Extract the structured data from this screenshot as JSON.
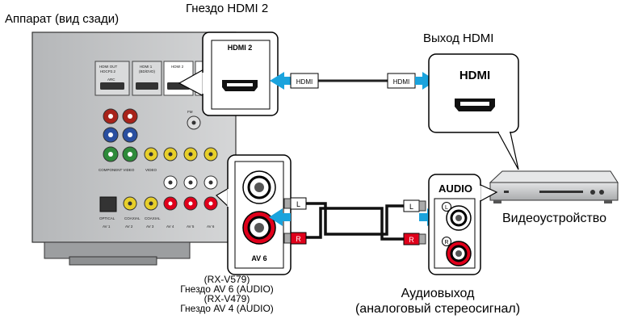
{
  "labels": {
    "receiver_title": "Аппарат (вид сзади)",
    "hdmi2_jack_title": "Гнездо HDMI 2",
    "hdmi_output_title": "Выход HDMI",
    "hdmi2_panel": "HDMI 2",
    "hdmi_cable_end_a": "HDMI",
    "hdmi_cable_end_b": "HDMI",
    "hdmi_panel_b": "HDMI",
    "audio_panel": "AUDIO",
    "av6_panel": "AV 6",
    "plug_l_left": "L",
    "plug_r_left": "R",
    "plug_l_right": "L",
    "plug_r_right": "R",
    "jack_l": "L",
    "jack_r": "R",
    "video_device": "Видеоустройство",
    "audio_out_line1": "Аудиовыход",
    "audio_out_line2": "(аналоговый стереосигнал)",
    "note_line1": "(RX-V579)",
    "note_line2": "Гнездо AV 6 (AUDIO)",
    "note_line3": "(RX-V479)",
    "note_line4": "Гнездо AV 4 (AUDIO)"
  },
  "receiver_panel_text": {
    "hdmi_out": "HDMI OUT",
    "hdcp": "HDCP2.2",
    "arc": "ARC",
    "hdmi1": "HDMI 1",
    "hdmi1_sub": "(BD/DVD)",
    "hdmi2": "HDMI 2",
    "component_video": "COMPONENT VIDEO",
    "video": "VIDEO",
    "optical": "OPTICAL",
    "coaxial": "COAXIAL",
    "av1": "AV 1",
    "av2": "AV 2",
    "av3": "AV 3",
    "av4": "AV 4",
    "av5": "AV 5",
    "av6": "AV 6",
    "fm": "FM"
  },
  "colors": {
    "arrow": "#1aa3dd",
    "device_body": "#c7c8c9",
    "rca_red": "#e0001b",
    "component_green": "#2e8b3a",
    "component_blue": "#2a4fa0",
    "video_yellow": "#e7cf2a"
  }
}
